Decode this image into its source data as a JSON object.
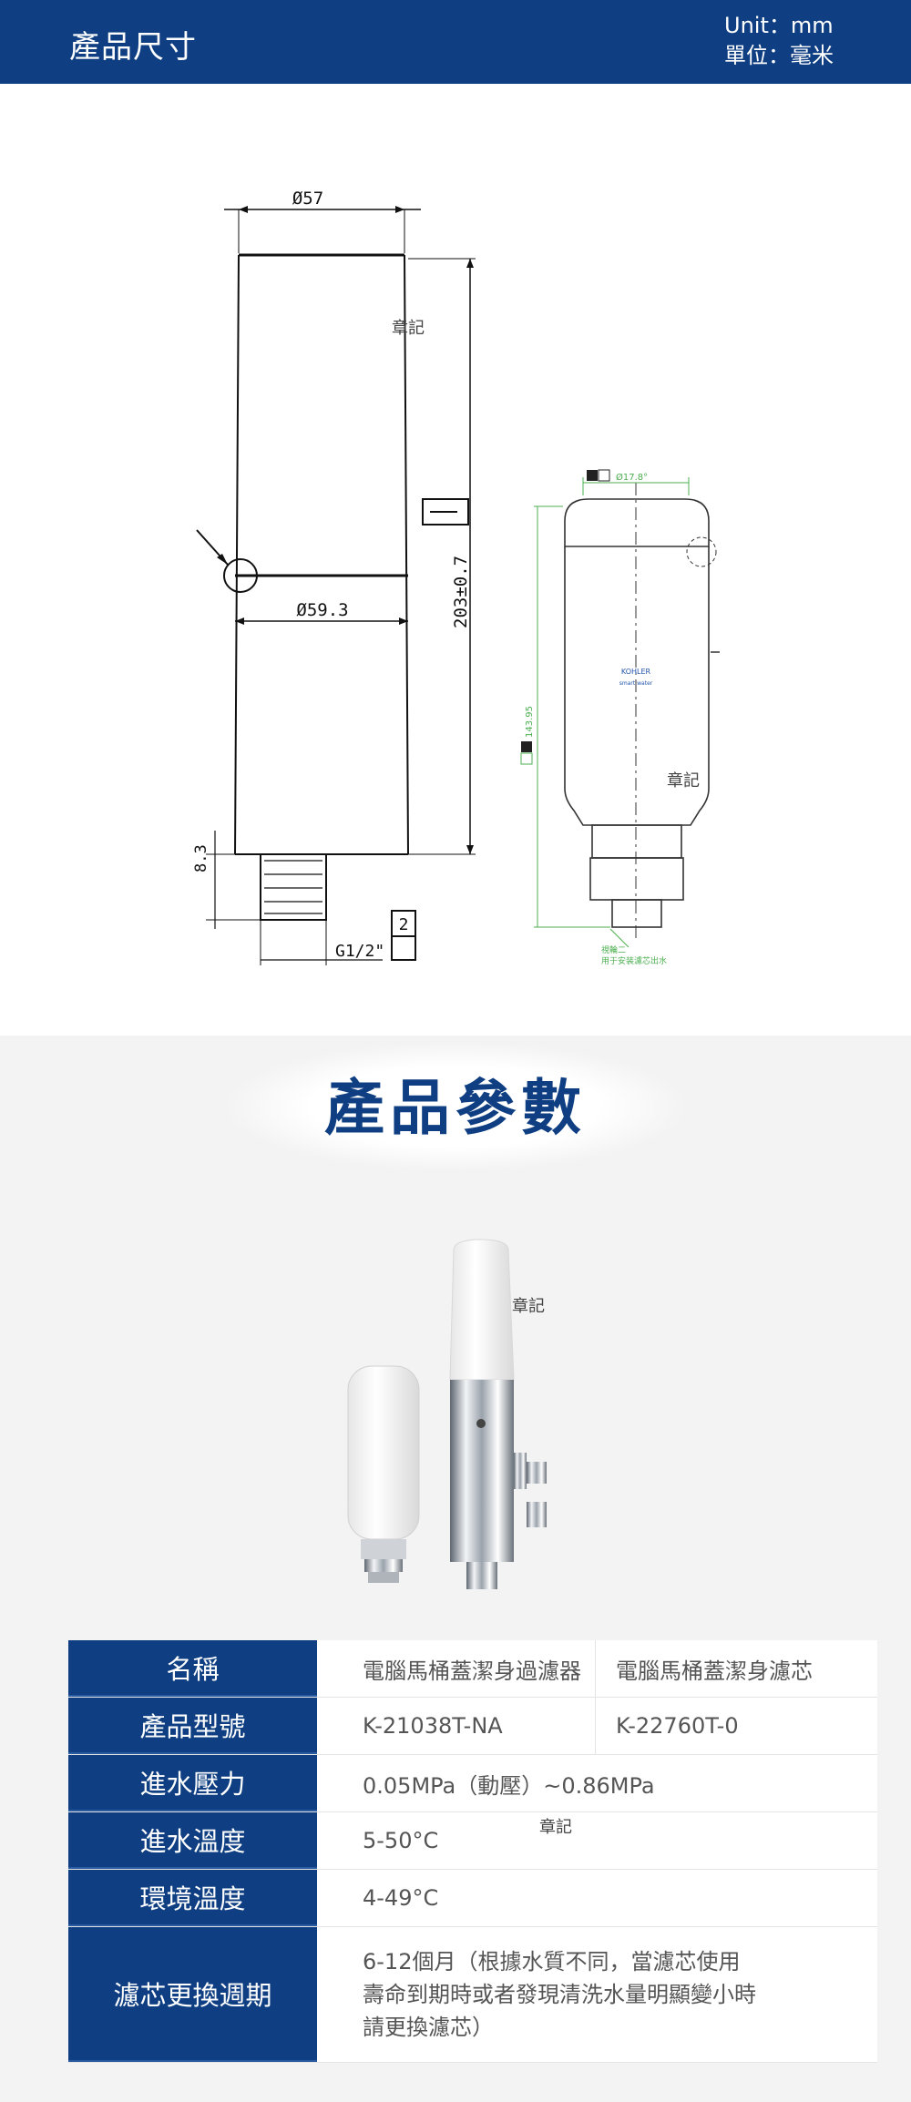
{
  "header": {
    "title": "產品尺寸",
    "unit_en": "Unit：mm",
    "unit_zh": "單位：毫米"
  },
  "watermark": "章記",
  "drawing": {
    "dim_top": "Ø57",
    "dim_mid": "Ø59.3",
    "dim_height": "203±0.7",
    "dim_small": "8.3",
    "thread": "G1/2\"",
    "thread_box": "2",
    "filter_top": "Ø17.8°",
    "filter_height": "143.95",
    "brand": "KOHLER",
    "brand_sub": "smart water",
    "note_line1": "視輪二",
    "note_line2": "用于安装濾芯出水"
  },
  "params": {
    "heading": "產品參數",
    "rows": [
      {
        "label": "名稱",
        "a": "電腦馬桶蓋潔身過濾器",
        "b": "電腦馬桶蓋潔身濾芯"
      },
      {
        "label": "產品型號",
        "a": "K-21038T-NA",
        "b": "K-22760T-0"
      },
      {
        "label": "進水壓力",
        "value": "0.05MPa（動壓）~0.86MPa"
      },
      {
        "label": "進水溫度",
        "value": "5-50°C"
      },
      {
        "label": "環境溫度",
        "value": "4-49°C"
      },
      {
        "label": "濾芯更換週期",
        "lines": [
          "6-12個月（根據水質不同，當濾芯使用",
          "壽命到期時或者發現清洗水量明顯變小時",
          "請更換濾芯）"
        ]
      }
    ]
  }
}
